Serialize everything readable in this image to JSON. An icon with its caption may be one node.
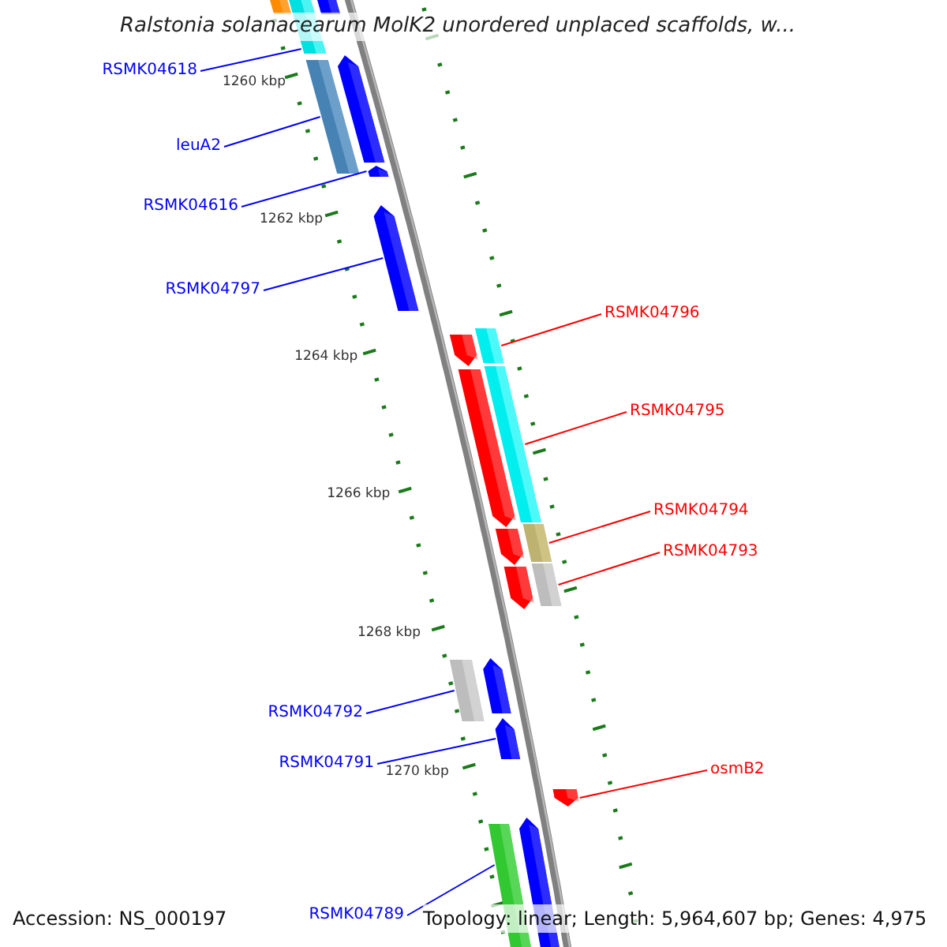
{
  "diagram": {
    "title": "Ralstonia solanacearum MolK2 unordered unplaced scaffolds, w...",
    "nodes": [
      {
        "text": [
          "RSMK04618"
        ]
      },
      {
        "text": [],
        "shape": "bar"
      },
      {
        "text": [
          "leuA2"
        ]
      },
      {
        "text": [],
        "shape": "bar"
      },
      {
        "text": [
          "RSMK04616"
        ]
      },
      {
        "text": [],
        "shape": "arrow"
      },
      {
        "text": [
          "RSMK04797"
        ]
      },
      {
        "text": [],
        "shape": "arrow"
      },
      {
        "text": [
          "RSMK04796"
        ]
      },
      {
        "text": [],
        "shape": "bar"
      },
      {
        "text": [
          "RSMK04795"
        ]
      },
      {
        "text": [],
        "shape": "bar"
      },
      {
        "text": [
          "RSMK04794"
        ]
      },
      {
        "text": [],
        "shape": "bar"
      },
      {
        "text": [
          "RSMK04793"
        ]
      },
      {
        "text": [],
        "shape": "bar"
      },
      {
        "text": [
          "RSMK04792"
        ]
      },
      {
        "text": [],
        "shape": "bar"
      },
      {
        "text": [
          "RSMK04791"
        ]
      },
      {
        "text": [],
        "shape": "arrow"
      },
      {
        "text": [
          "osmB2"
        ]
      },
      {
        "text": [],
        "shape": "arrow"
      },
      {
        "text": [
          "RSMK04789"
        ]
      },
      {
        "text": [],
        "shape": "bar"
      },
      {
        "text": [],
        "shape": "bar"
      },
      {
        "text": [],
        "shape": "bar"
      },
      {
        "text": [],
        "shape": "arrow"
      },
      {
        "text": [],
        "shape": "arrow"
      },
      {
        "text": [],
        "shape": "arrow"
      },
      {
        "text": [],
        "shape": "arrow"
      },
      {
        "text": [],
        "shape": "arrow"
      },
      {
        "text": [],
        "shape": "arrow"
      },
      {
        "text": [],
        "shape": "arrow"
      }
    ],
    "edges": [
      {
        "from": 0,
        "to": 1,
        "arrow": "none"
      },
      {
        "from": 2,
        "to": 3,
        "arrow": "none"
      },
      {
        "from": 4,
        "to": 5,
        "arrow": "none"
      },
      {
        "from": 6,
        "to": 7,
        "arrow": "none"
      },
      {
        "from": 8,
        "to": 9,
        "arrow": "none",
        "color": "#ff0000"
      },
      {
        "from": 10,
        "to": 11,
        "arrow": "none",
        "color": "#ff0000"
      },
      {
        "from": 12,
        "to": 13,
        "arrow": "none",
        "color": "#ff0000"
      },
      {
        "from": 14,
        "to": 15,
        "arrow": "none",
        "color": "#ff0000"
      },
      {
        "from": 16,
        "to": 17,
        "arrow": "none"
      },
      {
        "from": 18,
        "to": 19,
        "arrow": "none"
      },
      {
        "from": 20,
        "to": 21,
        "arrow": "none",
        "color": "#ff0000"
      },
      {
        "from": 22,
        "to": 23,
        "arrow": "none"
      }
    ],
    "labels": [
      "1260 kbp",
      "1262 kbp",
      "1264 kbp",
      "1266 kbp",
      "1268 kbp",
      "1270 kbp",
      "Accession: NS_000197",
      "Topology: linear; Length: 5,964,607 bp; Genes: 4,975"
    ]
  }
}
